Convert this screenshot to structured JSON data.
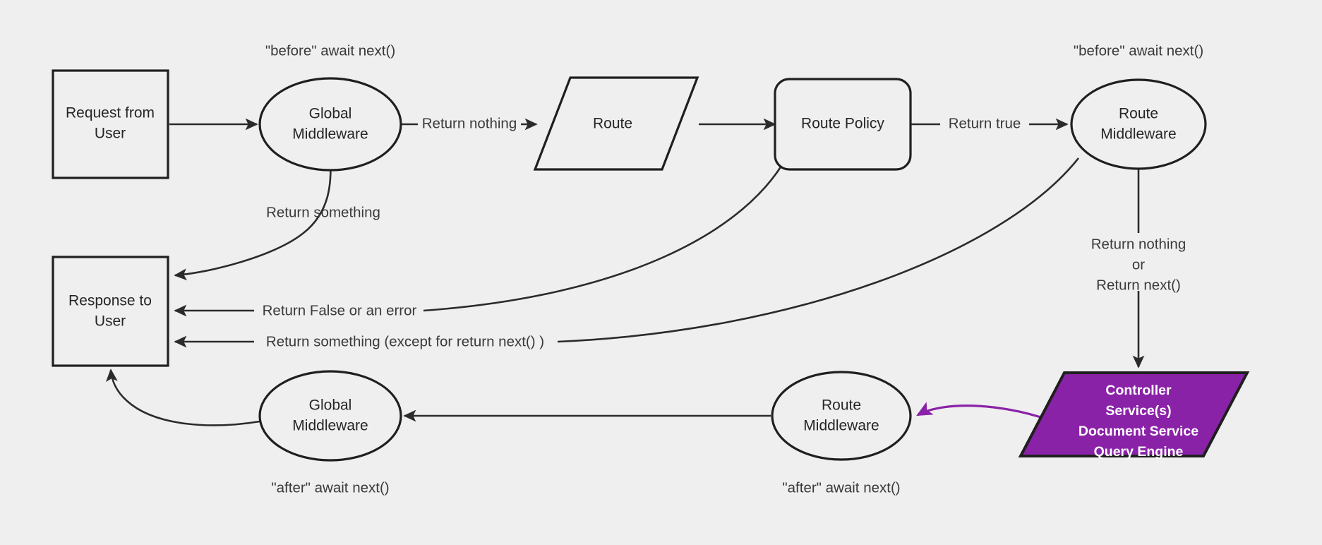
{
  "diagram": {
    "title": "Request middleware lifecycle flow",
    "background_color": "#efefef",
    "line_color": "#2b2b2b",
    "accent_color": "#8a22a8",
    "accent_text_color": "#ffffff"
  },
  "nodes": {
    "request_from_user": {
      "line1": "Request from",
      "line2": "User",
      "shape": "rectangle"
    },
    "global_middleware_before": {
      "line1": "Global",
      "line2": "Middleware",
      "shape": "ellipse"
    },
    "route": {
      "line1": "Route",
      "shape": "parallelogram"
    },
    "route_policy": {
      "line1": "Route Policy",
      "shape": "rounded-rectangle"
    },
    "route_middleware_before": {
      "line1": "Route",
      "line2": "Middleware",
      "shape": "ellipse"
    },
    "controller": {
      "line1": "Controller",
      "line2": "Service(s)",
      "line3": "Document Service",
      "line4": "Query Engine",
      "shape": "parallelogram"
    },
    "route_middleware_after": {
      "line1": "Route",
      "line2": "Middleware",
      "shape": "ellipse"
    },
    "global_middleware_after": {
      "line1": "Global",
      "line2": "Middleware",
      "shape": "ellipse"
    },
    "response_to_user": {
      "line1": "Response to",
      "line2": "User",
      "shape": "rectangle"
    }
  },
  "annotations": {
    "global_before": "\"before\" await next()",
    "route_before": "\"before\" await next()",
    "global_after": "\"after\" await next()",
    "route_after": "\"after\" await next()"
  },
  "edge_labels": {
    "return_nothing": "Return nothing",
    "return_true": "Return true",
    "return_something": "Return something",
    "return_false_or_error": "Return False or an error",
    "return_something_except": "Return something (except for return next() )",
    "return_nothing_or_next_line1": "Return nothing",
    "return_nothing_or_next_line2": "or",
    "return_nothing_or_next_line3": "Return next()"
  }
}
